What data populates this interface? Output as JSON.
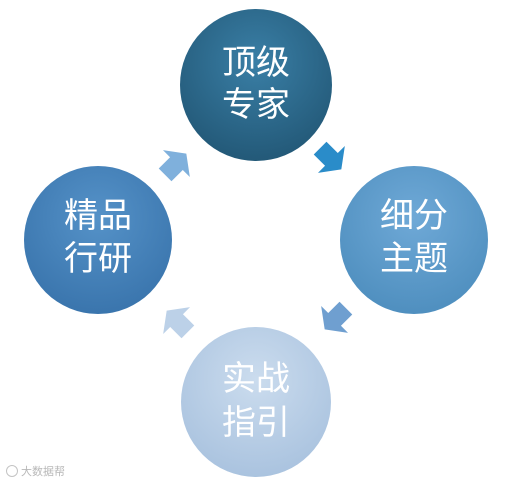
{
  "nodes": [
    {
      "id": "top",
      "lines": [
        "顶级",
        "专家"
      ],
      "color": "#2e6b8f"
    },
    {
      "id": "right",
      "lines": [
        "细分",
        "主题"
      ],
      "color": "#4a8fc4"
    },
    {
      "id": "bottom",
      "lines": [
        "实战",
        "指引"
      ],
      "color": "#b8cfe6"
    },
    {
      "id": "left",
      "lines": [
        "精品",
        "行研"
      ],
      "color": "#3d7ab8"
    }
  ],
  "arrows": [
    {
      "id": "top-to-right",
      "color": "#2a8cc9"
    },
    {
      "id": "right-to-bottom",
      "color": "#6f9fd0"
    },
    {
      "id": "bottom-to-left",
      "color": "#bcd1e8"
    },
    {
      "id": "left-to-top",
      "color": "#7fb0dc"
    }
  ],
  "watermark": {
    "text": "大数据帮"
  }
}
